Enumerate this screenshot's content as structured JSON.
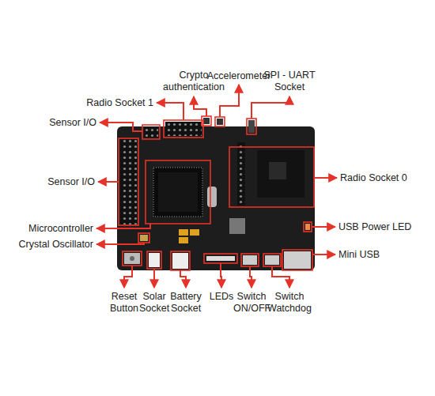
{
  "diagram": {
    "labels": [
      "Crypto authentication",
      "Accelerometer",
      "SPI - UART Socket",
      "Radio Socket 1",
      "Sensor I/O",
      "Sensor I/O",
      "Microcontroller",
      "Crystal Oscillator",
      "Radio Socket 0",
      "USB Power LED",
      "Mini USB",
      "Reset Button",
      "Solar Socket",
      "Battery Socket",
      "LEDs",
      "Switch ON/OFF",
      "Switch Watchdog"
    ]
  }
}
